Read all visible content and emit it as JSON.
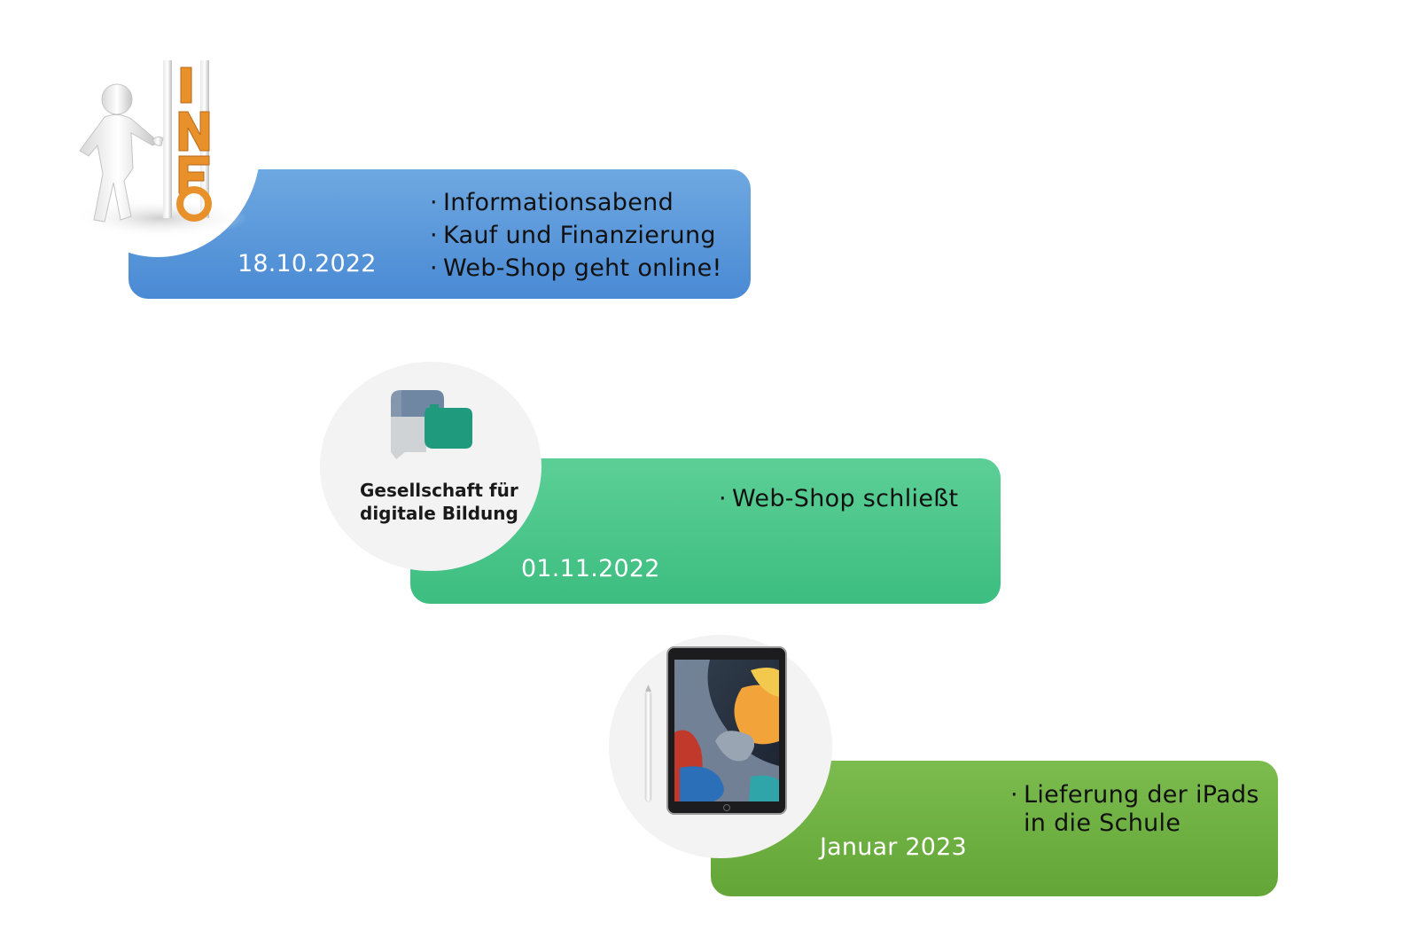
{
  "timeline": [
    {
      "date": "18.10.2022",
      "items": [
        "Informationsabend",
        "Kauf und Finanzierung",
        "Web-Shop geht online!"
      ]
    },
    {
      "date": "01.11.2022",
      "items": [
        "Web-Shop schließt"
      ]
    },
    {
      "date": "Januar 2023",
      "items": [
        "Lieferung der iPads",
        "in die Schule"
      ]
    }
  ],
  "logo": {
    "line1": "Gesellschaft für",
    "line2": "digitale Bildung"
  },
  "colors": {
    "card1": "#5b9bda",
    "card2": "#4cc78a",
    "card3": "#70b043",
    "info_letters": "#e8902a"
  },
  "icons": [
    "info-figure-icon",
    "chat-bubbles-logo-icon",
    "ipad-icon"
  ]
}
